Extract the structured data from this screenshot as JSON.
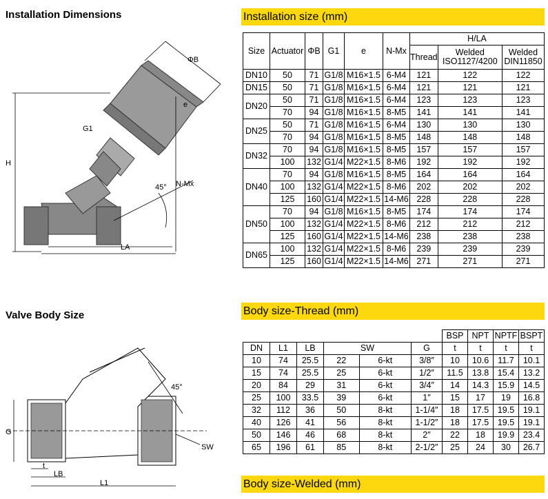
{
  "left_titles": {
    "install": "Installation Dimensions",
    "valve": "Valve Body Size"
  },
  "bars": {
    "install": "Installation size (mm)",
    "thread": "Body size-Thread (mm)",
    "welded": "Body size-Welded (mm)"
  },
  "drawing1": {
    "h": "H",
    "la": "LA",
    "phi_b": "ΦB",
    "e": "e",
    "g1": "G1",
    "angle": "45°",
    "nmx": "N-Mx"
  },
  "drawing2": {
    "g": "G",
    "t": "t",
    "lb": "LB",
    "l1": "L1",
    "sw": "SW",
    "angle": "45°"
  },
  "install_table": {
    "headers": {
      "size": "Size",
      "actuator": "Actuator",
      "phib": "ΦB",
      "g1": "G1",
      "e": "e",
      "nmx": "N-Mx",
      "hla": "H/LA",
      "thread": "Thread",
      "welded1": "Welded ISO1127/4200",
      "welded2": "Welded DIN11850"
    },
    "groups": [
      {
        "size": "DN10",
        "rows": [
          [
            "50",
            "71",
            "G1/8",
            "M16×1.5",
            "6-M4",
            "121",
            "122",
            "122"
          ]
        ]
      },
      {
        "size": "DN15",
        "rows": [
          [
            "50",
            "71",
            "G1/8",
            "M16×1.5",
            "6-M4",
            "121",
            "121",
            "121"
          ]
        ]
      },
      {
        "size": "DN20",
        "rows": [
          [
            "50",
            "71",
            "G1/8",
            "M16×1.5",
            "6-M4",
            "123",
            "123",
            "123"
          ],
          [
            "70",
            "94",
            "G1/8",
            "M16×1.5",
            "8-M5",
            "141",
            "141",
            "141"
          ]
        ]
      },
      {
        "size": "DN25",
        "rows": [
          [
            "50",
            "71",
            "G1/8",
            "M16×1.5",
            "6-M4",
            "130",
            "130",
            "130"
          ],
          [
            "70",
            "94",
            "G1/8",
            "M16×1.5",
            "8-M5",
            "148",
            "148",
            "148"
          ]
        ]
      },
      {
        "size": "DN32",
        "rows": [
          [
            "70",
            "94",
            "G1/8",
            "M16×1.5",
            "8-M5",
            "157",
            "157",
            "157"
          ],
          [
            "100",
            "132",
            "G1/4",
            "M22×1.5",
            "8-M6",
            "192",
            "192",
            "192"
          ]
        ]
      },
      {
        "size": "DN40",
        "rows": [
          [
            "70",
            "94",
            "G1/8",
            "M16×1.5",
            "8-M5",
            "164",
            "164",
            "164"
          ],
          [
            "100",
            "132",
            "G1/4",
            "M22×1.5",
            "8-M6",
            "202",
            "202",
            "202"
          ],
          [
            "125",
            "160",
            "G1/4",
            "M22×1.5",
            "14-M6",
            "228",
            "228",
            "228"
          ]
        ]
      },
      {
        "size": "DN50",
        "rows": [
          [
            "70",
            "94",
            "G1/8",
            "M16×1.5",
            "8-M5",
            "174",
            "174",
            "174"
          ],
          [
            "100",
            "132",
            "G1/4",
            "M22×1.5",
            "8-M6",
            "212",
            "212",
            "212"
          ],
          [
            "125",
            "160",
            "G1/4",
            "M22×1.5",
            "14-M6",
            "238",
            "238",
            "238"
          ]
        ]
      },
      {
        "size": "DN65",
        "rows": [
          [
            "100",
            "132",
            "G1/4",
            "M22×1.5",
            "8-M6",
            "239",
            "239",
            "239"
          ],
          [
            "125",
            "160",
            "G1/4",
            "M22×1.5",
            "14-M6",
            "271",
            "271",
            "271"
          ]
        ]
      }
    ]
  },
  "thread_table": {
    "headers": {
      "dn": "DN",
      "l1": "L1",
      "lb": "LB",
      "sw": "SW",
      "g": "G",
      "bsp": "BSP",
      "npt": "NPT",
      "nptf": "NPTF",
      "bspt": "BSPT",
      "t": "t"
    },
    "rows": [
      [
        "10",
        "74",
        "25.5",
        "22",
        "6-kt",
        "3/8″",
        "10",
        "10.6",
        "11.7",
        "10.1"
      ],
      [
        "15",
        "74",
        "25.5",
        "25",
        "6-kt",
        "1/2″",
        "11.5",
        "13.8",
        "15.4",
        "13.2"
      ],
      [
        "20",
        "84",
        "29",
        "31",
        "6-kt",
        "3/4″",
        "14",
        "14.3",
        "15.9",
        "14.5"
      ],
      [
        "25",
        "100",
        "33.5",
        "39",
        "6-kt",
        "1″",
        "15",
        "17",
        "19",
        "16.8"
      ],
      [
        "32",
        "112",
        "36",
        "50",
        "8-kt",
        "1-1/4″",
        "18",
        "17.5",
        "19.5",
        "19.1"
      ],
      [
        "40",
        "126",
        "41",
        "56",
        "8-kt",
        "1-1/2″",
        "18",
        "17.5",
        "19.5",
        "19.1"
      ],
      [
        "50",
        "146",
        "46",
        "68",
        "8-kt",
        "2″",
        "22",
        "18",
        "19.9",
        "23.4"
      ],
      [
        "65",
        "196",
        "61",
        "85",
        "8-kt",
        "2-1/2″",
        "25",
        "24",
        "30",
        "26.7"
      ]
    ]
  }
}
